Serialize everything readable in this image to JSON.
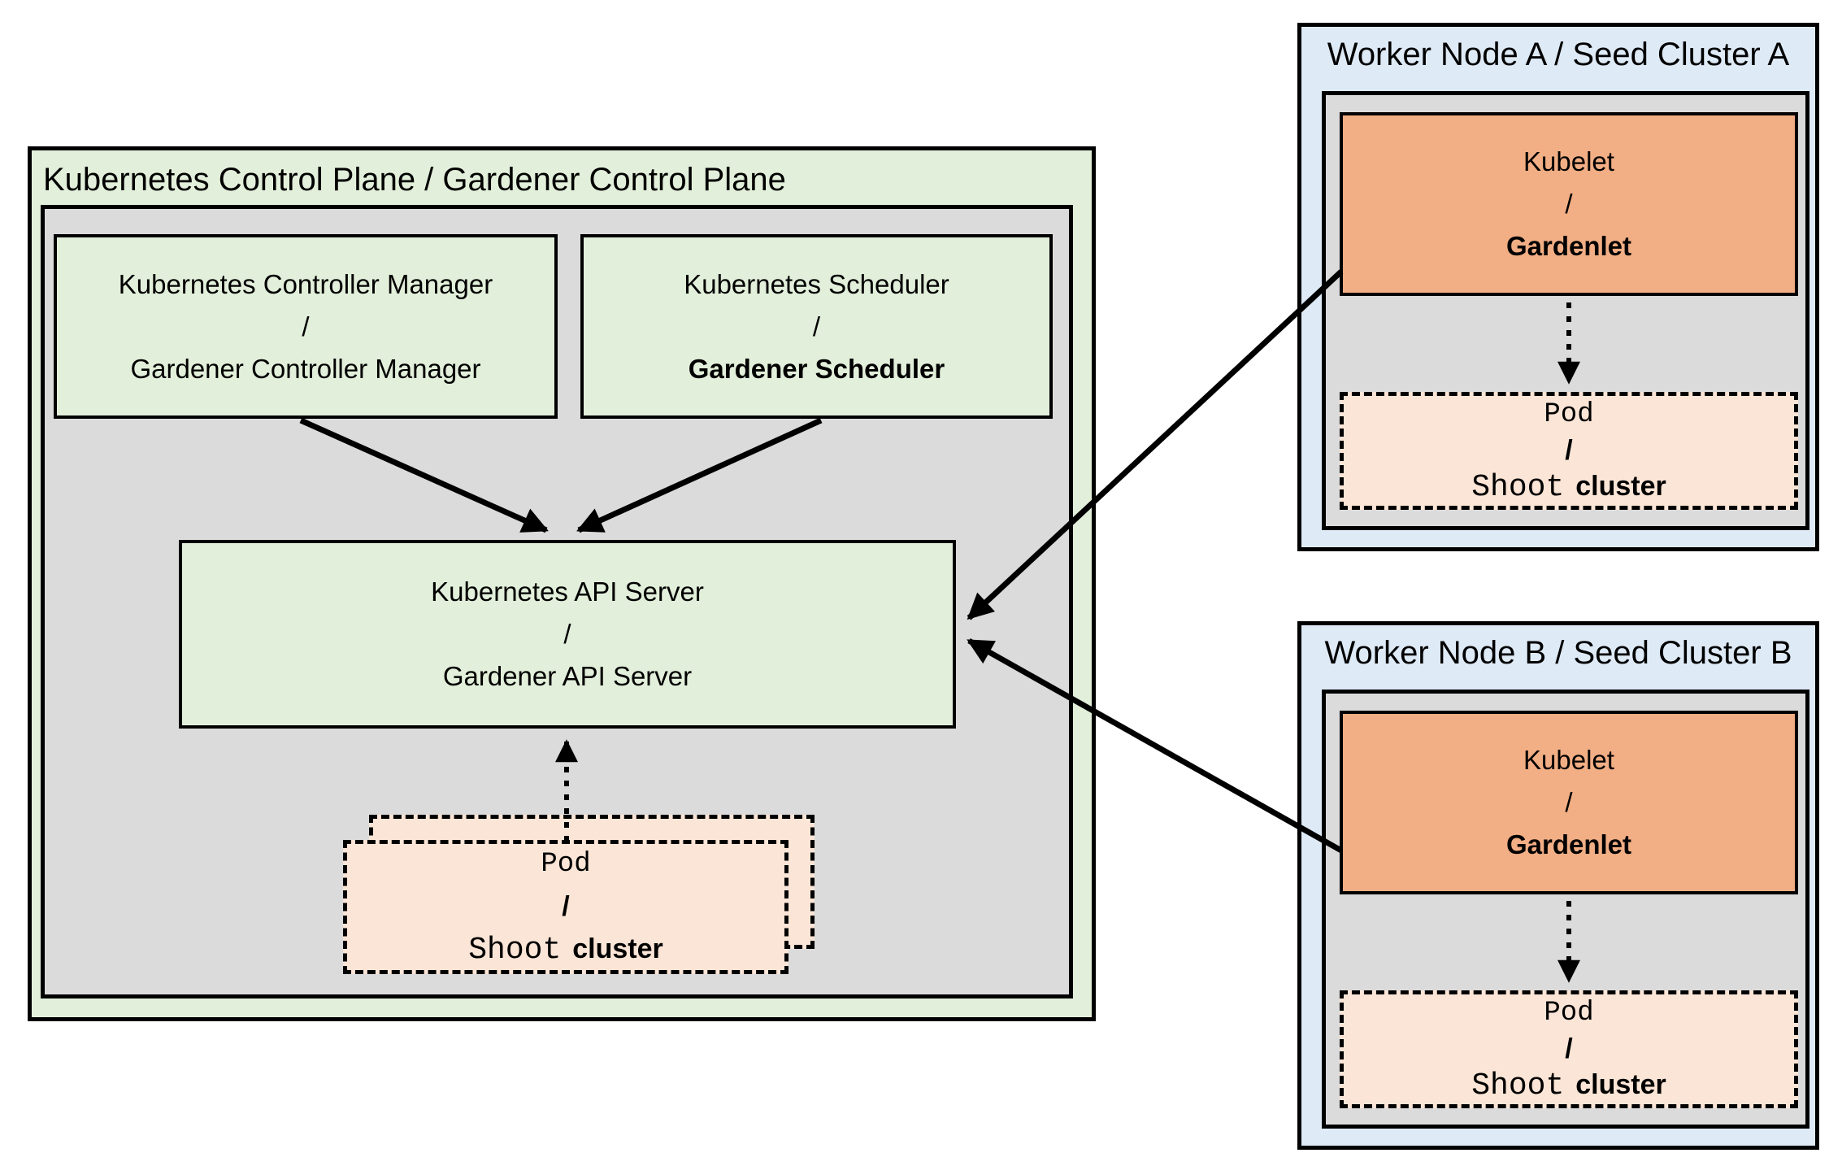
{
  "colors": {
    "green": "#e2efda",
    "gray": "#dbdbdb",
    "blue": "#deeaf6",
    "orange": "#f2ae84",
    "peach": "#fbe5d6",
    "line": "#000000",
    "bg": "#ffffff"
  },
  "control_plane": {
    "title": "Kubernetes Control Plane / Gardener Control Plane",
    "controller_manager": {
      "line1": "Kubernetes Controller Manager",
      "separator": "/",
      "line2": "Gardener Controller Manager"
    },
    "scheduler": {
      "line1": "Kubernetes Scheduler",
      "separator": "/",
      "line2": "Gardener Scheduler"
    },
    "api_server": {
      "line1": "Kubernetes API Server",
      "separator": "/",
      "line2": "Gardener API Server"
    },
    "pod_stack": {
      "line1": "Pod",
      "separator": "/",
      "line2_mono": "Shoot",
      "line2_suffix": "cluster"
    }
  },
  "workers": [
    {
      "title": "Worker Node A / Seed Cluster A",
      "kubelet": {
        "line1": "Kubelet",
        "separator": "/",
        "line2": "Gardenlet"
      },
      "pod": {
        "line1": "Pod",
        "separator": "/",
        "line2_mono": "Shoot",
        "line2_suffix": "cluster"
      }
    },
    {
      "title": "Worker Node B / Seed Cluster B",
      "kubelet": {
        "line1": "Kubelet",
        "separator": "/",
        "line2": "Gardenlet"
      },
      "pod": {
        "line1": "Pod",
        "separator": "/",
        "line2_mono": "Shoot",
        "line2_suffix": "cluster"
      }
    }
  ],
  "arrows": [
    {
      "from": "controller-manager",
      "to": "api-server",
      "style": "solid"
    },
    {
      "from": "scheduler",
      "to": "api-server",
      "style": "solid"
    },
    {
      "from": "pod-stack",
      "to": "api-server",
      "style": "dotted"
    },
    {
      "from": "worker-a-kubelet",
      "to": "api-server",
      "style": "solid"
    },
    {
      "from": "worker-b-kubelet",
      "to": "api-server",
      "style": "solid"
    },
    {
      "from": "worker-a-kubelet",
      "to": "worker-a-pod",
      "style": "dotted"
    },
    {
      "from": "worker-b-kubelet",
      "to": "worker-b-pod",
      "style": "dotted"
    }
  ]
}
